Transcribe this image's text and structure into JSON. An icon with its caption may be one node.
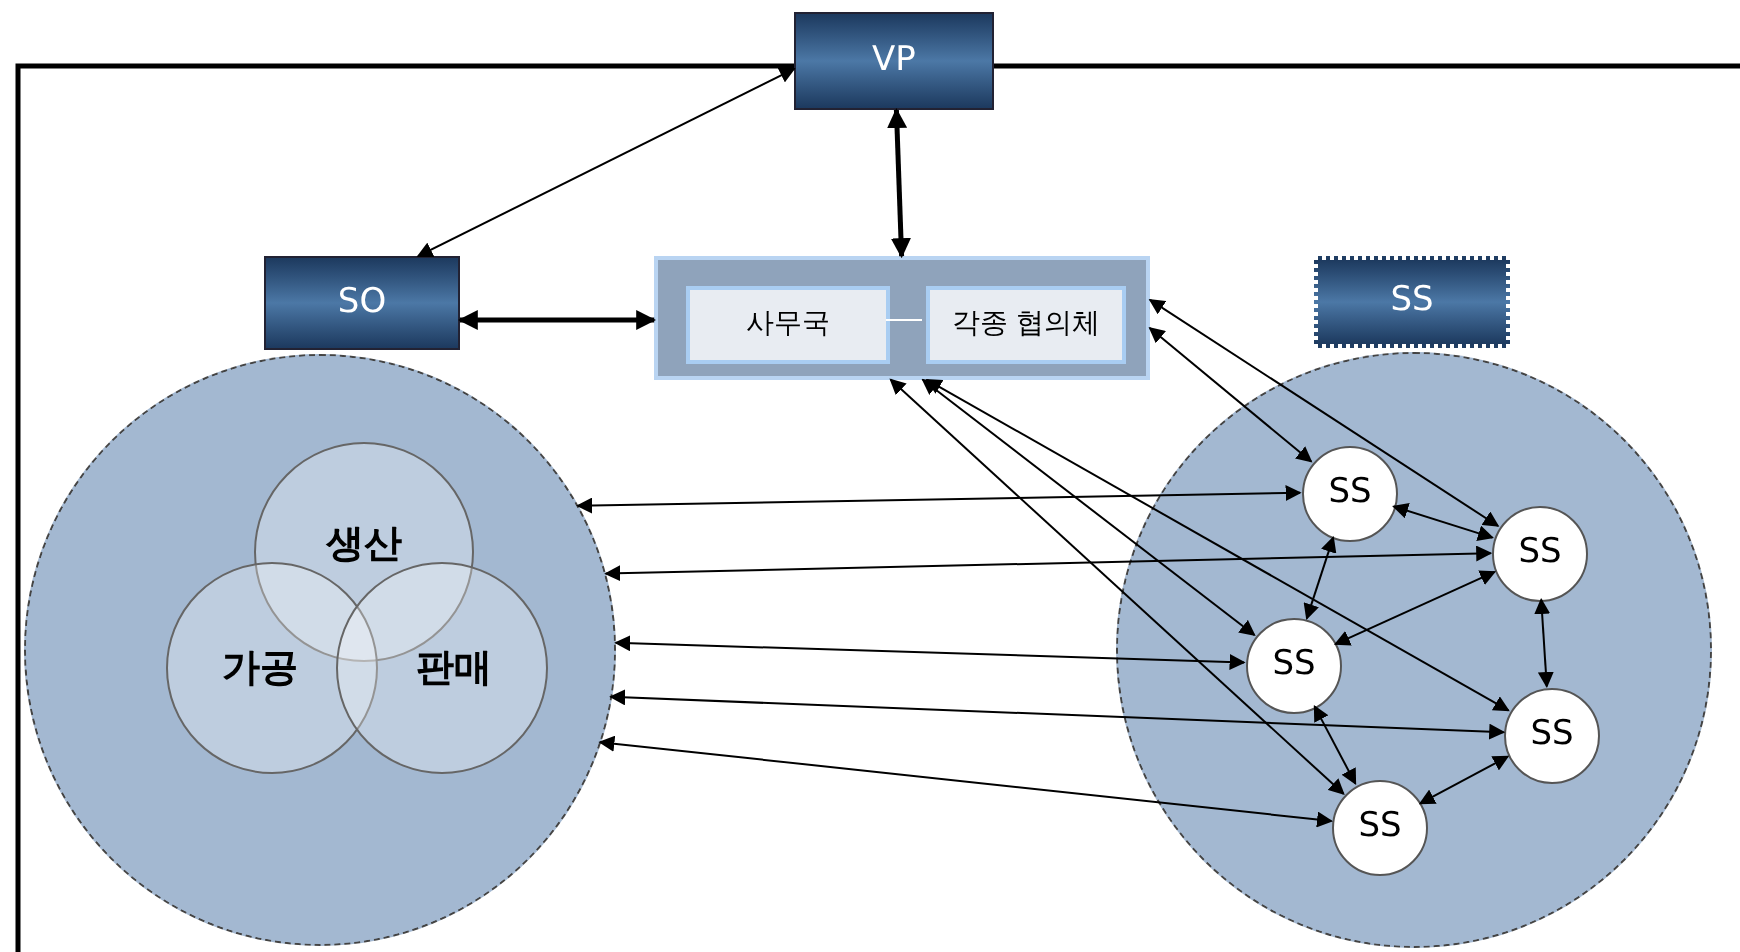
{
  "diagram": {
    "nodes": [
      {
        "text": [
          "VP"
        ]
      },
      {
        "text": [
          "SO"
        ]
      },
      {
        "text": [],
        "shape": "box"
      },
      {
        "text": [
          "사무국"
        ],
        "in": 2
      },
      {
        "text": [
          "각종 협의체"
        ],
        "in": 2
      },
      {
        "text": [
          "SS"
        ]
      },
      {
        "text": [],
        "shape": "circle"
      },
      {
        "text": [
          "생산"
        ],
        "in": 6
      },
      {
        "text": [
          "가공"
        ],
        "in": 6
      },
      {
        "text": [
          "판매"
        ],
        "in": 6
      },
      {
        "text": [],
        "shape": "circle"
      },
      {
        "text": [
          "SS"
        ],
        "in": 10
      },
      {
        "text": [
          "SS"
        ],
        "in": 10
      },
      {
        "text": [
          "SS"
        ],
        "in": 10
      },
      {
        "text": [
          "SS"
        ],
        "in": 10
      },
      {
        "text": [
          "SS"
        ],
        "in": 10
      }
    ],
    "edges": [
      {
        "from": 1,
        "to": 0,
        "arrow": "both"
      },
      {
        "from": 0,
        "to": 2,
        "arrow": "both",
        "style": "thick"
      },
      {
        "from": 1,
        "to": 2,
        "arrow": "both",
        "style": "thick"
      },
      {
        "from": 3,
        "to": 4,
        "arrow": "none",
        "color": "#ffffff"
      },
      {
        "from": 2,
        "to": 11,
        "arrow": "both"
      },
      {
        "from": 2,
        "to": 12,
        "arrow": "both"
      },
      {
        "from": 2,
        "to": 13,
        "arrow": "both"
      },
      {
        "from": 2,
        "to": 14,
        "arrow": "both"
      },
      {
        "from": 2,
        "to": 15,
        "arrow": "both"
      },
      {
        "from": 6,
        "to": 11,
        "arrow": "both"
      },
      {
        "from": 6,
        "to": 12,
        "arrow": "both"
      },
      {
        "from": 6,
        "to": 13,
        "arrow": "both"
      },
      {
        "from": 6,
        "to": 14,
        "arrow": "both"
      },
      {
        "from": 6,
        "to": 15,
        "arrow": "both"
      },
      {
        "from": 11,
        "to": 12,
        "arrow": "both"
      },
      {
        "from": 11,
        "to": 13,
        "arrow": "both"
      },
      {
        "from": 12,
        "to": 13,
        "arrow": "both"
      },
      {
        "from": 12,
        "to": 14,
        "arrow": "both"
      },
      {
        "from": 13,
        "to": 15,
        "arrow": "both"
      },
      {
        "from": 14,
        "to": 15,
        "arrow": "both"
      }
    ]
  }
}
